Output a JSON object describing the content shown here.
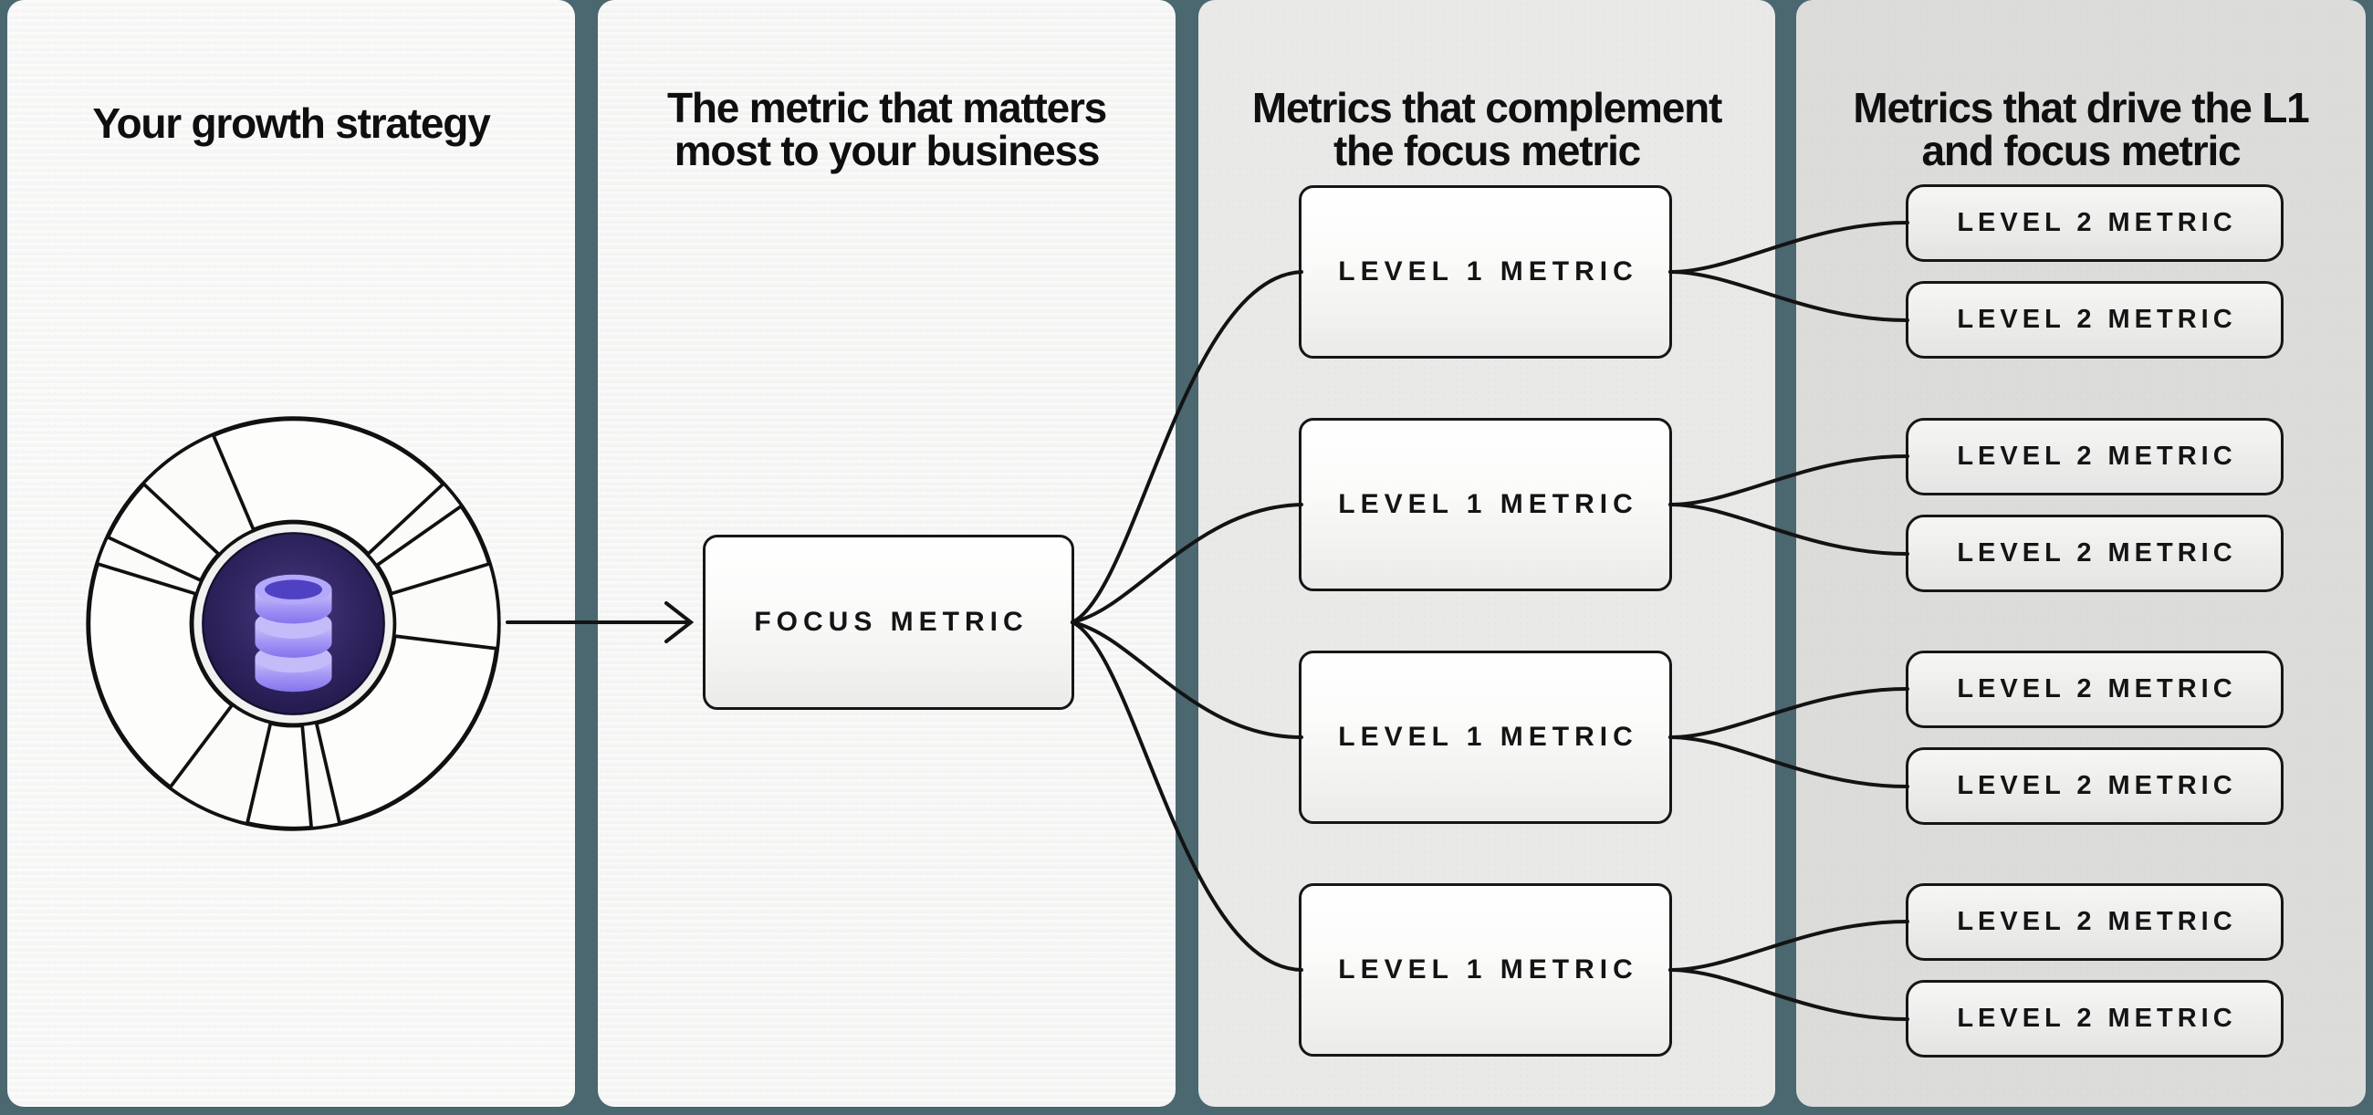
{
  "canvas": {
    "background_color": "#4b6770"
  },
  "panels": {
    "strategy": {
      "title": "Your growth strategy"
    },
    "focus": {
      "title_line1": "The metric that matters",
      "title_line2": "most to your business",
      "box_label": "FOCUS METRIC"
    },
    "level1": {
      "title_line1": "Metrics that complement",
      "title_line2": "the focus metric",
      "boxes": [
        "LEVEL 1 METRIC",
        "LEVEL 1 METRIC",
        "LEVEL 1 METRIC",
        "LEVEL 1 METRIC"
      ]
    },
    "level2": {
      "title_line1": "Metrics that drive the L1",
      "title_line2": "and focus metric",
      "boxes": [
        "LEVEL 2 METRIC",
        "LEVEL 2 METRIC",
        "LEVEL 2 METRIC",
        "LEVEL 2 METRIC",
        "LEVEL 2 METRIC",
        "LEVEL 2 METRIC",
        "LEVEL 2 METRIC",
        "LEVEL 2 METRIC"
      ]
    }
  },
  "icon": {
    "name": "flywheel-database-icon",
    "core_indigo": "#2c2060",
    "disc_purple": "#8678ef",
    "disc_light": "#c9c2fa"
  }
}
